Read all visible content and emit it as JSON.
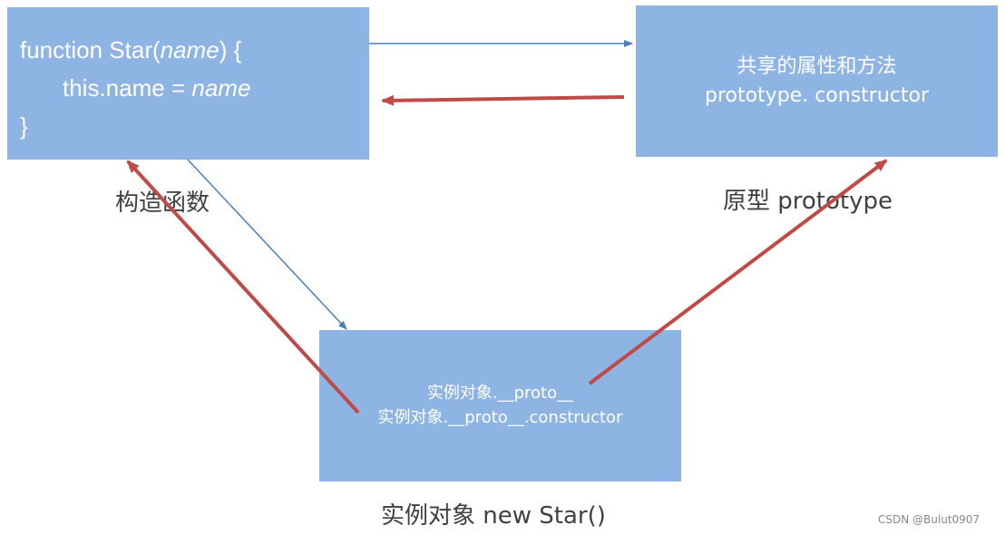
{
  "constructor_box": {
    "line1_prefix": "function Star(",
    "line1_param": "name",
    "line1_suffix": ") {",
    "line2_prefix": "this.name = ",
    "line2_value": "name",
    "line3": "}"
  },
  "prototype_box": {
    "line1": "共享的属性和方法",
    "line2": "prototype. constructor"
  },
  "instance_box": {
    "line1": "实例对象.__proto__",
    "line2": "实例对象.__proto__.constructor"
  },
  "labels": {
    "constructor": "构造函数",
    "prototype": "原型 prototype",
    "instance": "实例对象 new Star()"
  },
  "watermark": "CSDN @Bulut0907",
  "colors": {
    "box": "#8eb4e3",
    "blue_arrow": "#4a7ebb",
    "red_arrow": "#be4b48"
  }
}
